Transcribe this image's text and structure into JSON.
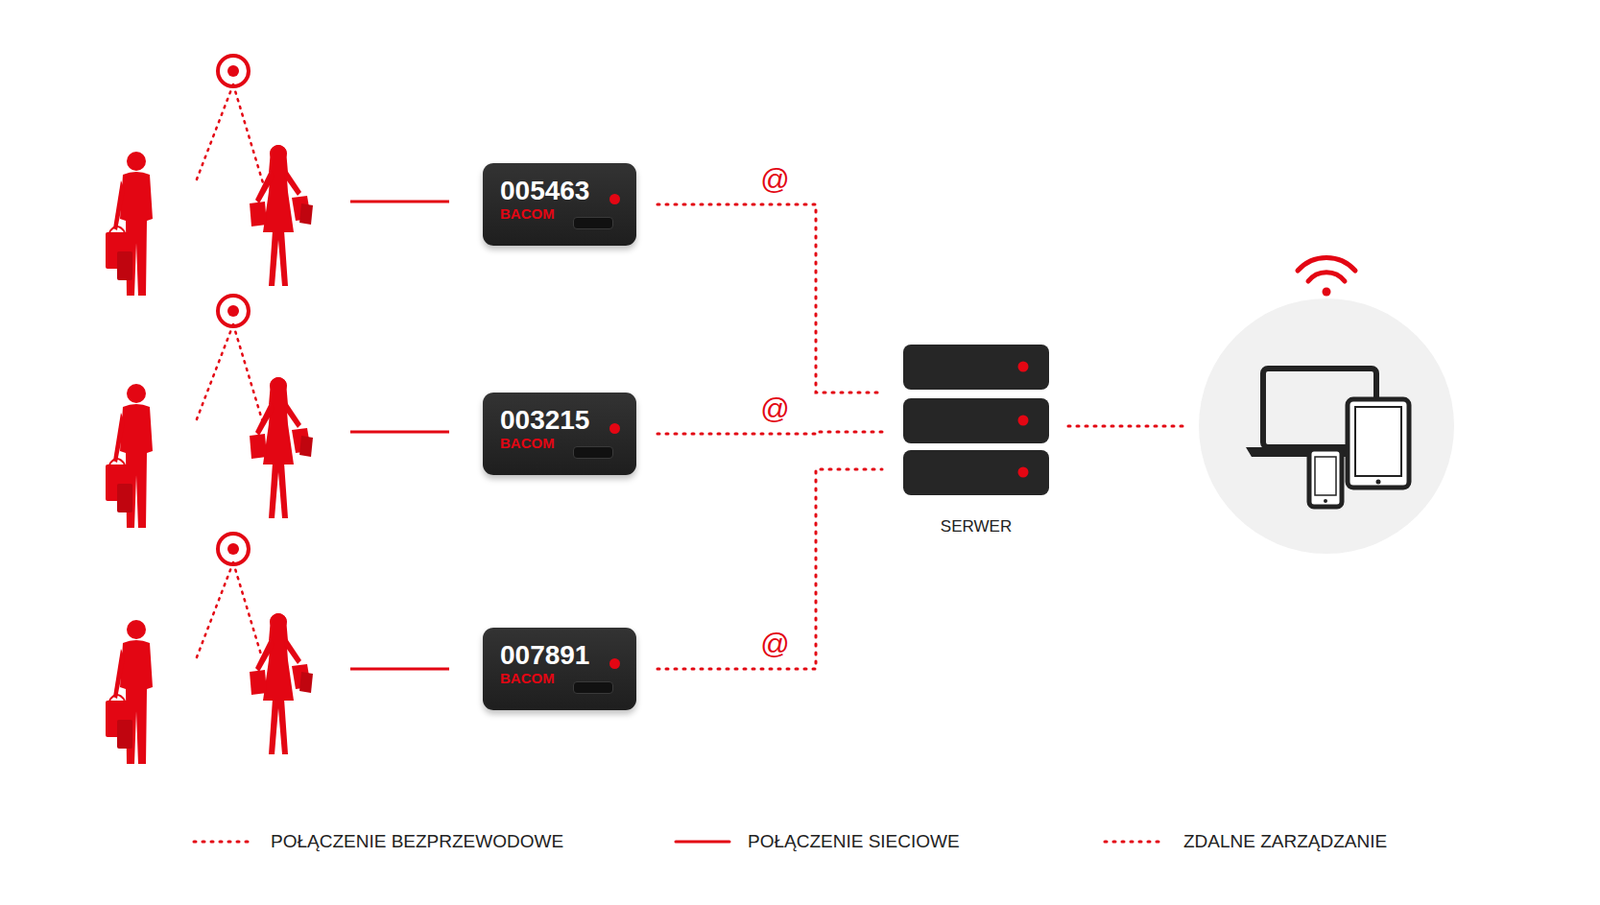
{
  "diagram": {
    "nodes": [
      {
        "text": [
          "005463",
          "BACOM"
        ]
      },
      {
        "text": [
          "003215",
          "BACOM"
        ]
      },
      {
        "text": [
          "007891",
          "BACOM"
        ]
      },
      {
        "text": [
          "SERWER"
        ]
      }
    ],
    "edges": [
      {
        "from": 0,
        "to": 3,
        "arrow": "none",
        "label": "@"
      },
      {
        "from": 1,
        "to": 3,
        "arrow": "none",
        "label": "@"
      },
      {
        "from": 2,
        "to": 3,
        "arrow": "none",
        "label": "@"
      }
    ],
    "legend": [
      {
        "text": "POŁĄCZENIE BEZPRZEWODOWE"
      },
      {
        "text": "POŁĄCZENIE SIECIOWE"
      },
      {
        "text": "ZDALNE ZARZĄDZANIE"
      }
    ]
  }
}
